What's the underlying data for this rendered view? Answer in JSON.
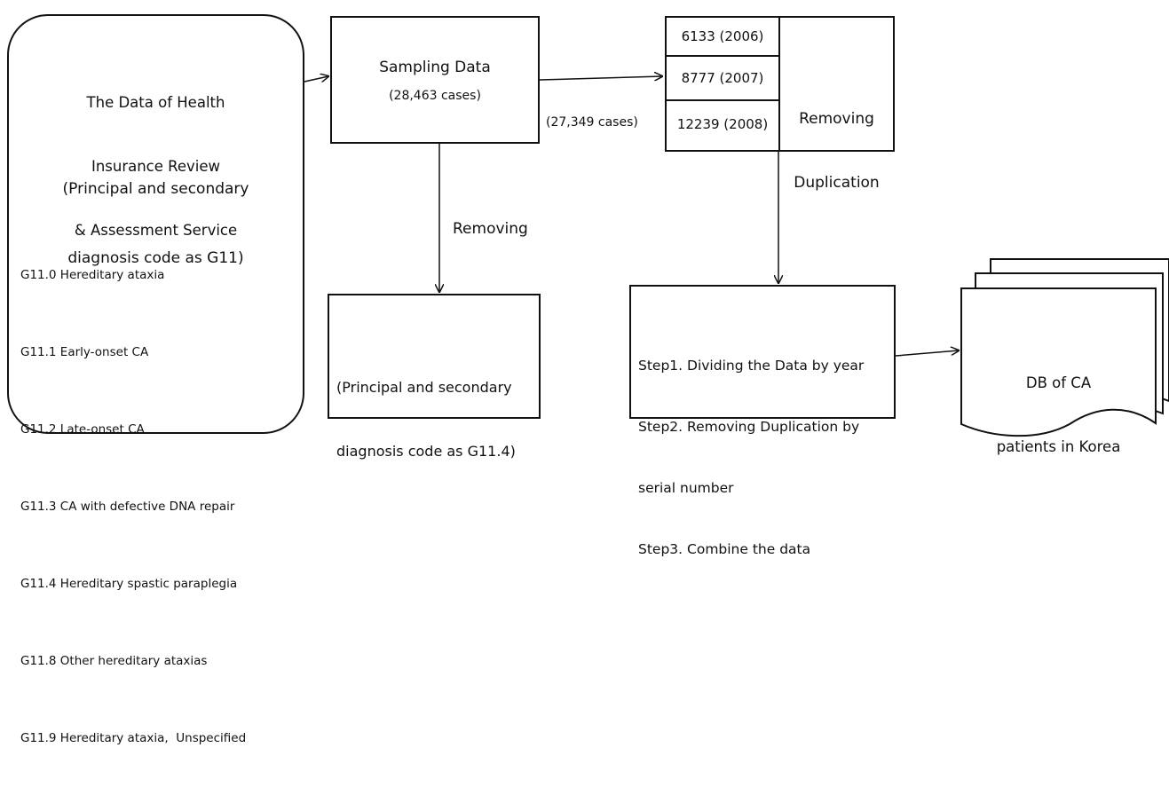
{
  "source": {
    "title_lines": [
      "The Data of Health",
      "Insurance Review",
      "& Assessment Service"
    ],
    "criteria_lines": [
      "(Principal and secondary",
      "diagnosis code as G11)"
    ],
    "codes": [
      "G11.0 Hereditary ataxia",
      "G11.1 Early-onset CA",
      "G11.2 Late-onset CA",
      "G11.3 CA with defective DNA repair",
      "G11.4 Hereditary spastic paraplegia",
      "G11.8 Other hereditary ataxias",
      "G11.9 Hereditary ataxia,  Unspecified"
    ]
  },
  "sampling": {
    "title": "Sampling Data",
    "count": "(28,463 cases)"
  },
  "flow_count": "(27,349 cases)",
  "removing_label": "Removing",
  "removed": {
    "lines": [
      "(Principal and secondary",
      "diagnosis code as G11.4)"
    ]
  },
  "years": [
    "6133  (2006)",
    "8777  (2007)",
    "12239  (2008)"
  ],
  "dedup": {
    "lines": [
      "Removing",
      "Duplication"
    ]
  },
  "steps": {
    "lines": [
      "Step1. Dividing the Data by year",
      "Step2. Removing Duplication by",
      "serial number",
      "Step3. Combine the data"
    ]
  },
  "output": {
    "lines": [
      "DB of CA",
      "patients in Korea"
    ]
  }
}
